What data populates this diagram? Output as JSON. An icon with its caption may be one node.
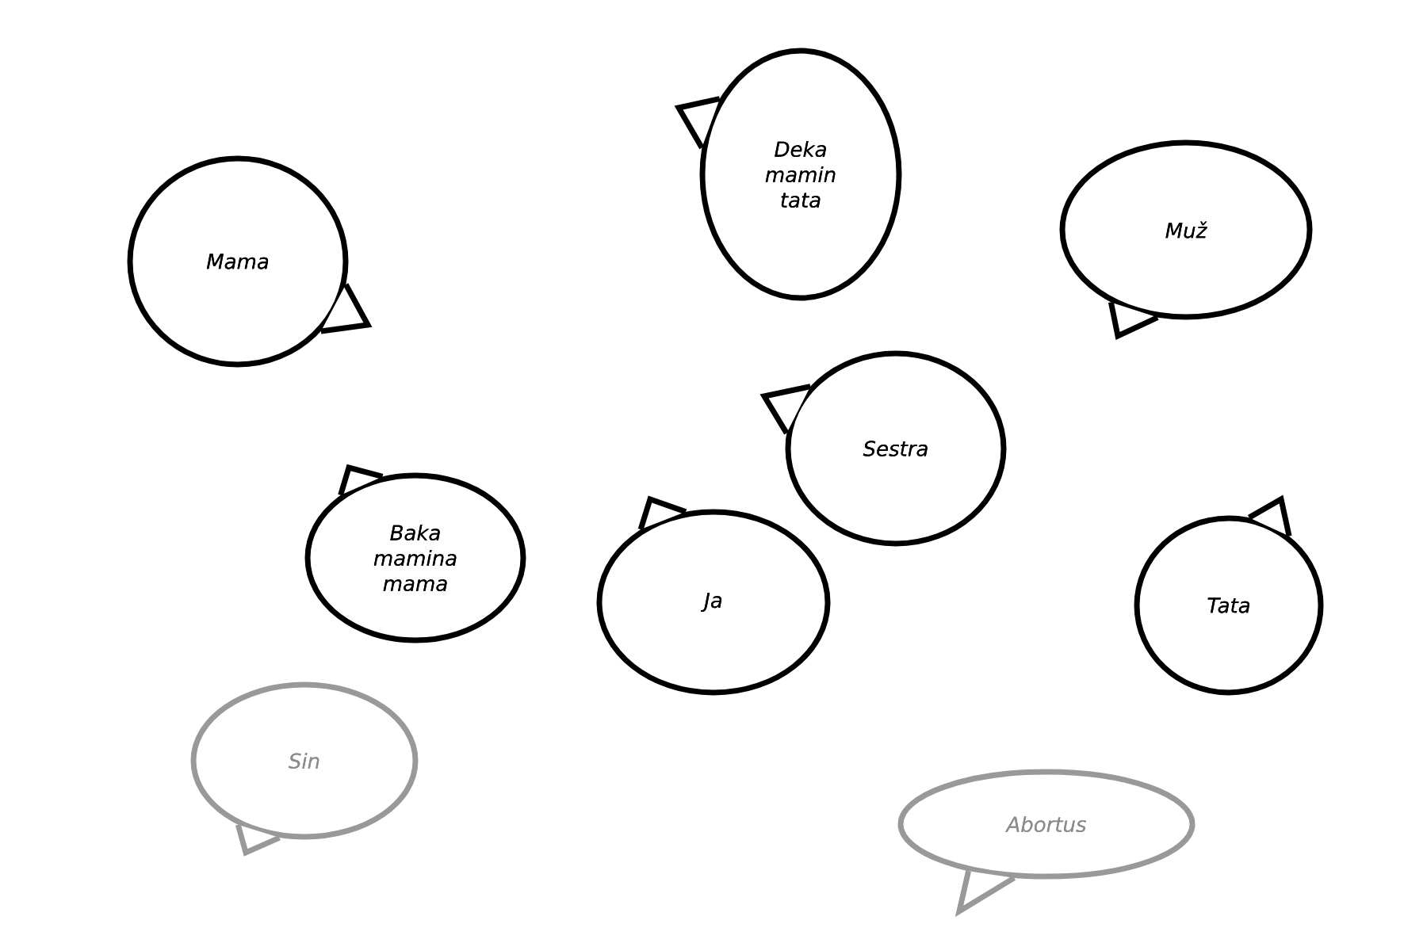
{
  "diagram": {
    "nodes": [
      {
        "text": [
          "Mama"
        ]
      },
      {
        "text": [
          "Deka mamin tata"
        ]
      },
      {
        "text": [
          "Muž"
        ]
      },
      {
        "text": [
          "Sestra"
        ]
      },
      {
        "text": [
          "Baka mamina mama"
        ]
      },
      {
        "text": [
          "Ja"
        ]
      },
      {
        "text": [
          "Tata"
        ]
      },
      {
        "text": [
          "Sin"
        ]
      },
      {
        "text": [
          "Abortus"
        ]
      }
    ]
  }
}
